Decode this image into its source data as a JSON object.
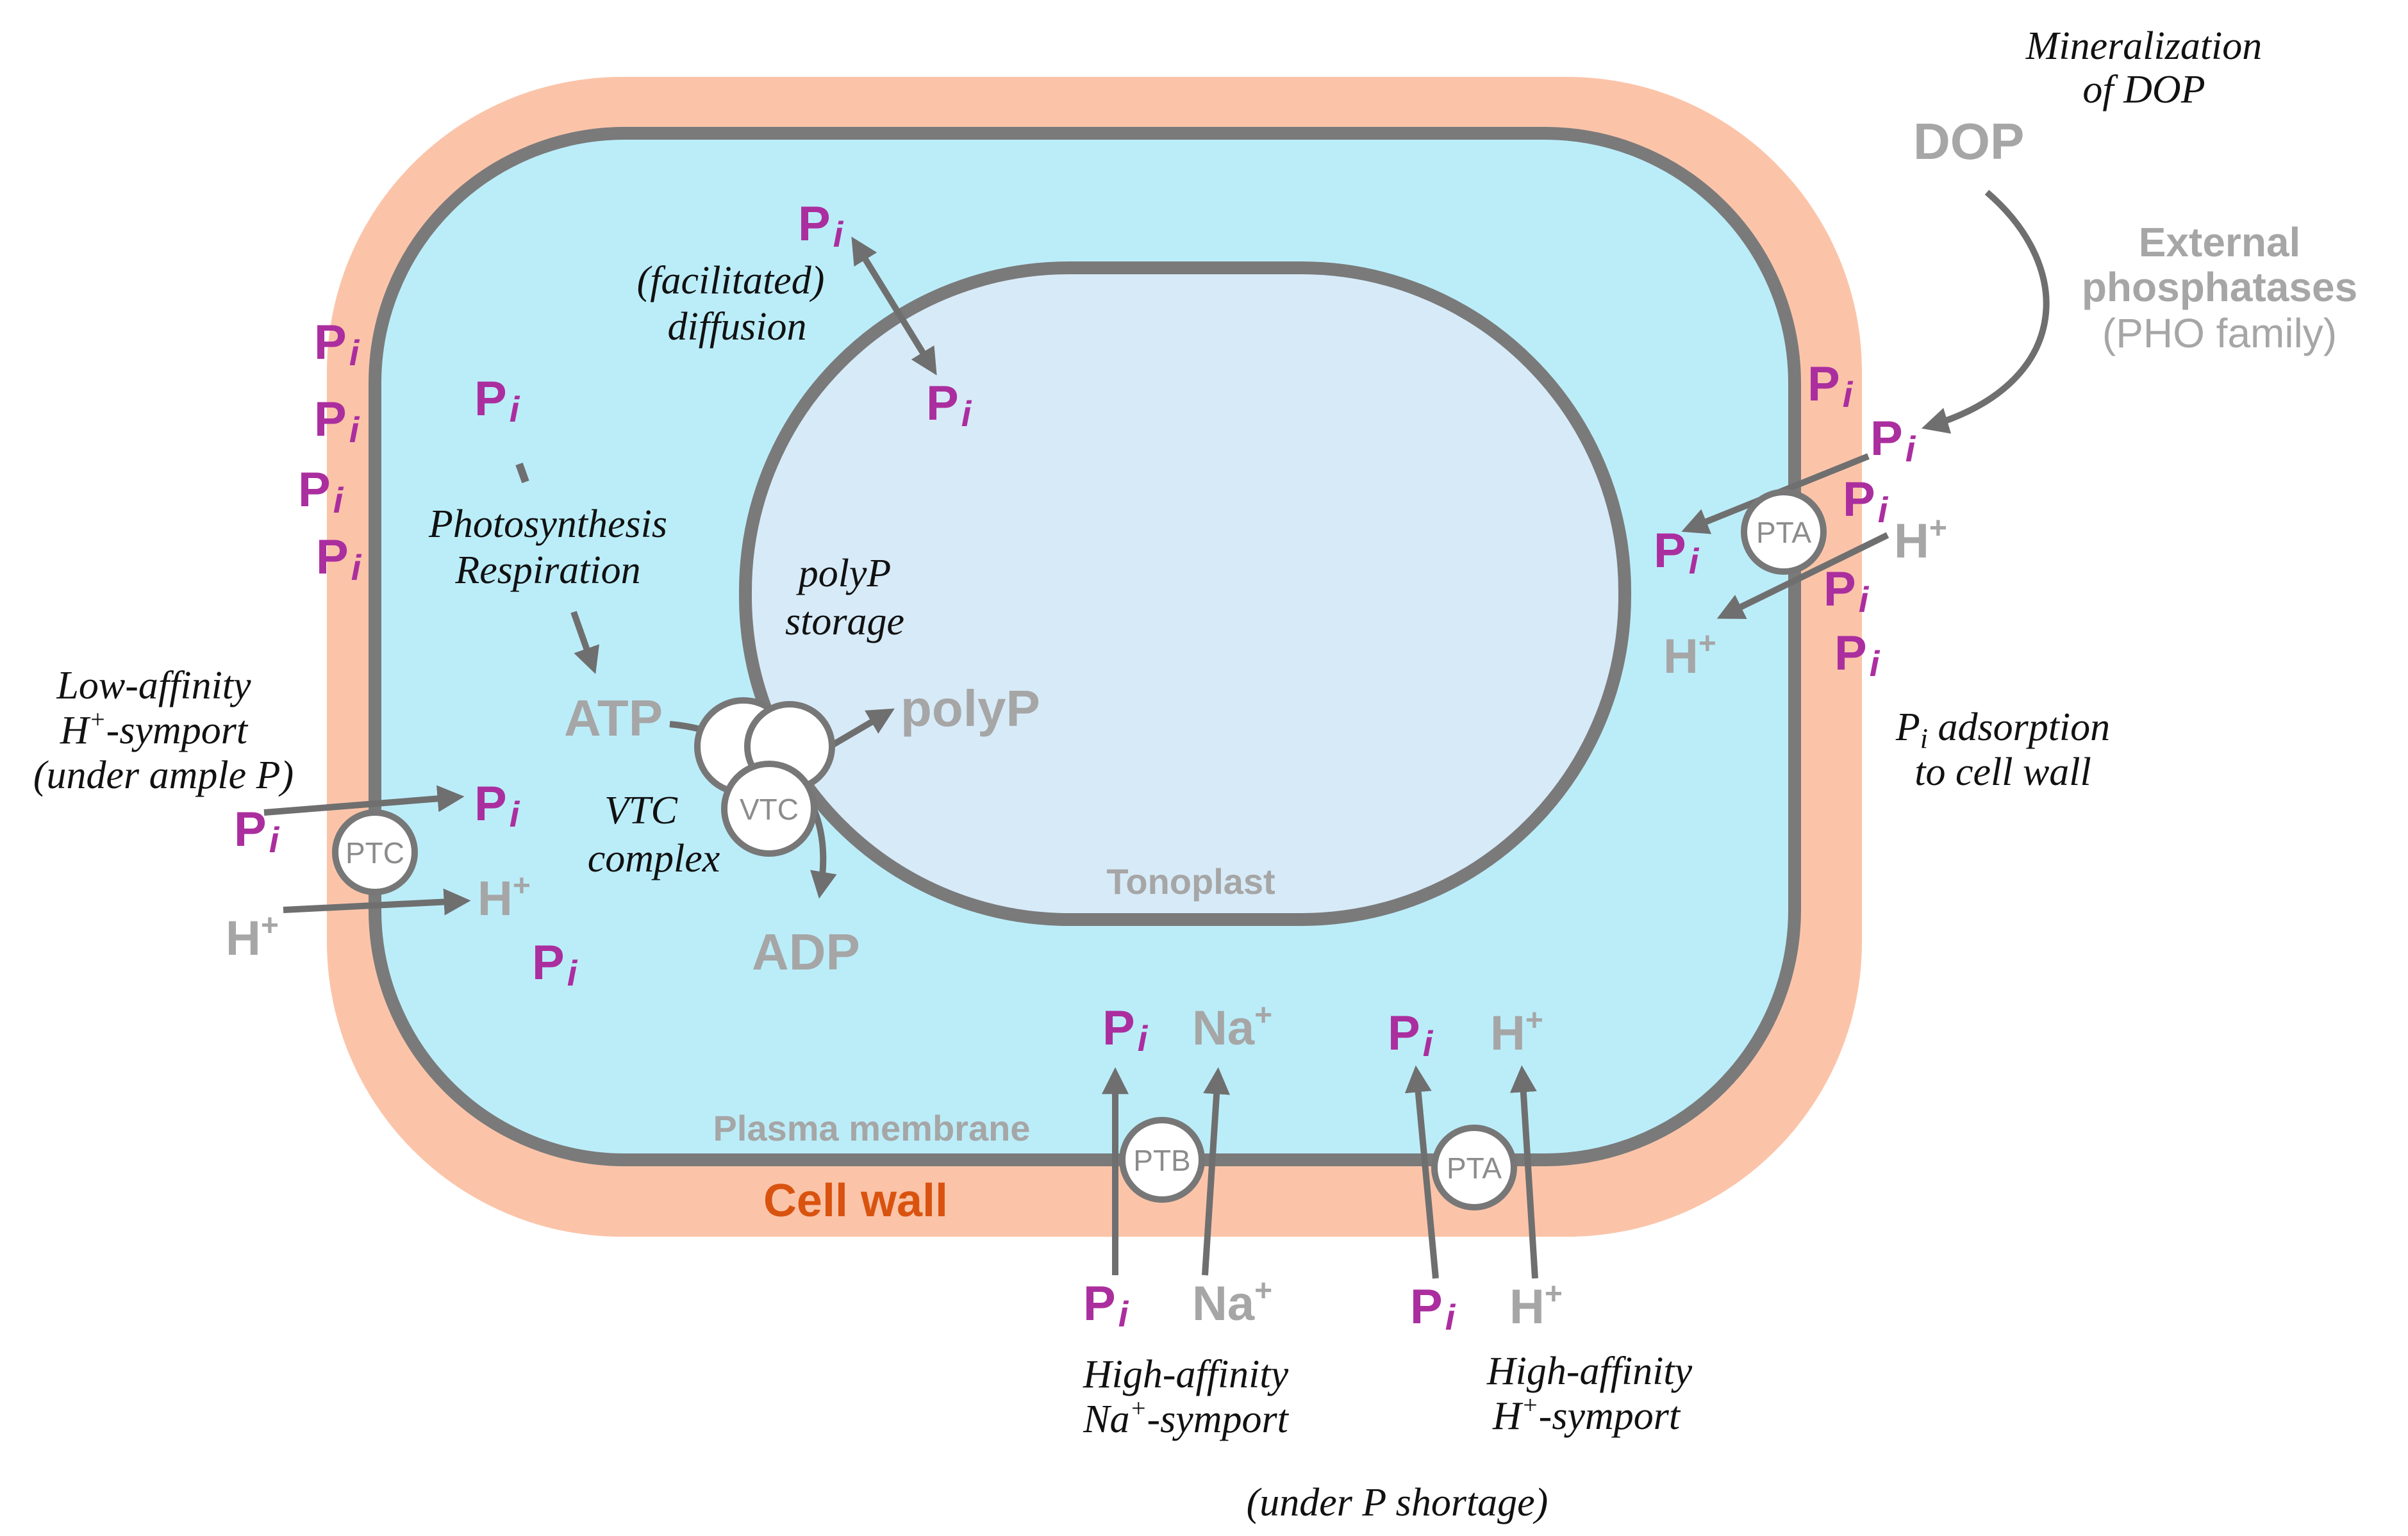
{
  "labels": {
    "cell_wall": "Cell wall",
    "plasma_membrane": "Plasma membrane",
    "tonoplast": "Tonoplast",
    "atp": "ATP",
    "adp": "ADP",
    "polyp": "polyP",
    "dop": "DOP",
    "external_phosphatases_1": "External",
    "external_phosphatases_2": "phosphatases",
    "pho_family": "(PHO family)"
  },
  "ion": {
    "p": "P",
    "i": "i",
    "h": "H",
    "na": "Na",
    "plus": "+"
  },
  "transporters": {
    "ptc": "PTC",
    "pta": "PTA",
    "ptb": "PTB",
    "vtc": "VTC"
  },
  "annotations": {
    "mineralization_1": "Mineralization",
    "mineralization_2": "of DOP",
    "facilitated_1": "(facilitated)",
    "facilitated_2": "diffusion",
    "photosynthesis": "Photosynthesis",
    "respiration": "Respiration",
    "polyp_storage_1": "polyP",
    "polyp_storage_2": "storage",
    "vtc_complex_1": "VTC",
    "vtc_complex_2": "complex",
    "low_affinity_1": "Low-affinity",
    "low_affinity_2_suffix": "-symport",
    "low_affinity_3": "(under ample P)",
    "adsorption_1_suffix": " adsorption",
    "adsorption_2": "to cell wall",
    "high_na_1": "High-affinity",
    "high_na_2_suffix": "-symport",
    "high_h_1": "High-affinity",
    "high_h_2_suffix": "-symport",
    "shortage": "(under P shortage)"
  },
  "colors": {
    "cell_wall": "#fbc4a9",
    "cytoplasm": "#bbedf9",
    "vacuole": "#d7eaf7",
    "membrane": "#7a7a7a",
    "pi": "#ab2e9f",
    "grey_ion": "#a6a6a6",
    "cell_wall_label": "#d9530f"
  }
}
